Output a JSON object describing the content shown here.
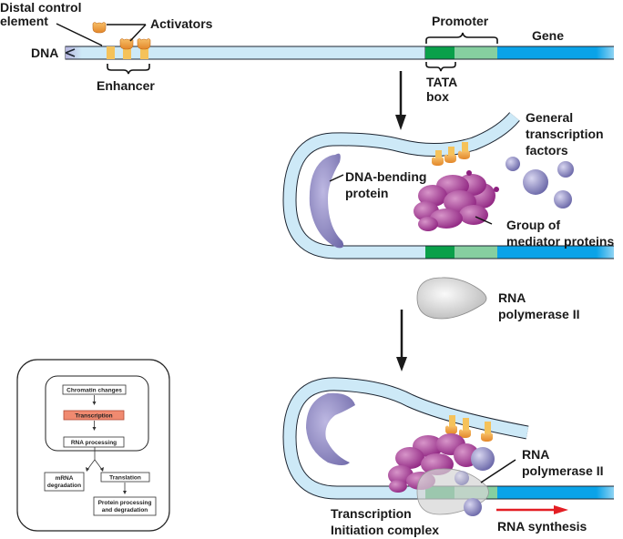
{
  "colors": {
    "dna": "#cde9f7",
    "dna_edge": "#1c2430",
    "tata_box": "#0aa04a",
    "promoter_rest": "#86cfa0",
    "gene": "#0aa3e8",
    "activator": "#f0a23a",
    "enhancer_stem": "#f5c25a",
    "dna_bending_protein": "#8c86c0",
    "mediator": "#a0338f",
    "gtf": "#7c79b8",
    "rna_pol": "#d8d8d8",
    "rna_synthesis_arrow": "#e31e24",
    "transcription_highlight": "#f08a70"
  },
  "panel1": {
    "distal_control_element": [
      "Distal control",
      "element"
    ],
    "activators": "Activators",
    "dna": "DNA",
    "enhancer": "Enhancer",
    "promoter": "Promoter",
    "gene": "Gene",
    "tata_box": [
      "TATA",
      "box"
    ]
  },
  "panel2": {
    "general_transcription_factors": [
      "General",
      "transcription",
      "factors"
    ],
    "dna_bending_protein": [
      "DNA-bending",
      "protein"
    ],
    "group_of_mediator_proteins": [
      "Group of",
      "mediator proteins"
    ],
    "rna_polymerase": [
      "RNA",
      "polymerase II"
    ]
  },
  "panel3": {
    "rna_polymerase": [
      "RNA",
      "polymerase II"
    ],
    "transcription_initiation_complex": [
      "Transcription",
      "Initiation complex"
    ],
    "rna_synthesis": "RNA synthesis"
  },
  "overview": {
    "steps": {
      "chromatin_changes": "Chromatin changes",
      "transcription": "Transcription",
      "rna_processing": "RNA processing",
      "mrna_degradation": [
        "mRNA",
        "degradation"
      ],
      "translation": "Translation",
      "protein_processing": [
        "Protein processing",
        "and degradation"
      ]
    }
  }
}
